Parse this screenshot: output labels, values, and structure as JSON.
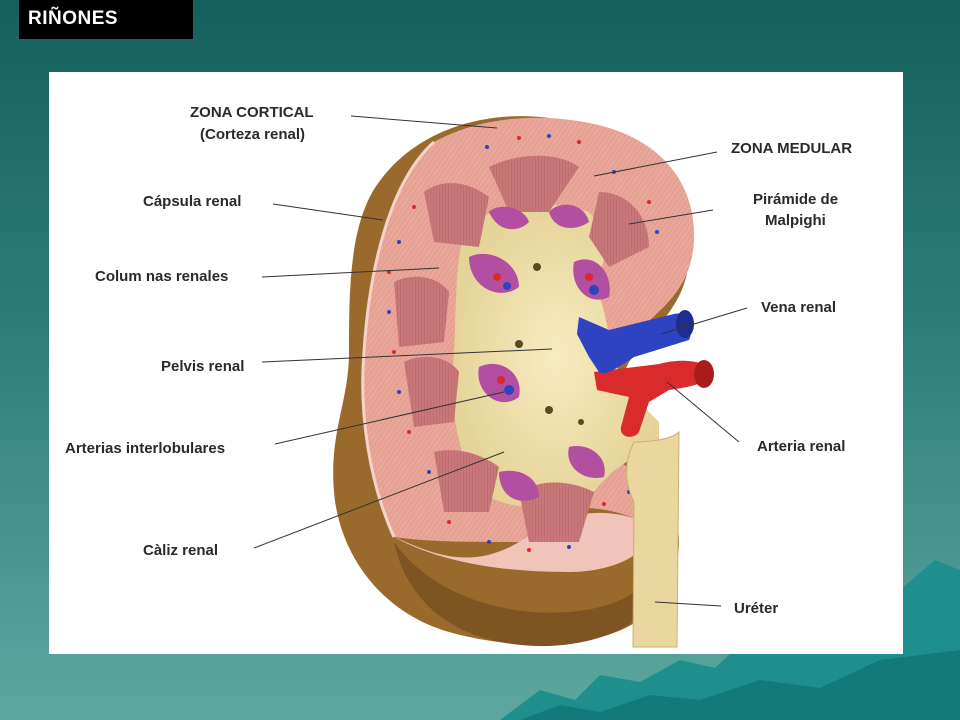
{
  "slide": {
    "title": "RIÑONES"
  },
  "diagram": {
    "labels": {
      "zona_cortical": "ZONA CORTICAL",
      "corteza_renal": "(Corteza renal)",
      "zona_medular": "ZONA MEDULAR",
      "capsula_renal": "Cápsula renal",
      "piramide_1": "Pirámide de",
      "piramide_2": "Malpighi",
      "columnas_renales": "Colum nas renales",
      "vena_renal": "Vena renal",
      "pelvis_renal": "Pelvis renal",
      "arterias_interlobulares": "Arterias interlobulares",
      "arteria_renal": "Arteria renal",
      "caliz_renal": "Càliz renal",
      "ureter": "Uréter"
    }
  },
  "colors": {
    "cortex": "#e9a79a",
    "capsule": "#9a6a2c",
    "pyramid": "#c9787a",
    "pelvis": "#f0e3ad",
    "calyx": "#b24fa0",
    "vein": "#2d43c2",
    "artery": "#d92b2b",
    "ureter": "#ead7a0"
  }
}
